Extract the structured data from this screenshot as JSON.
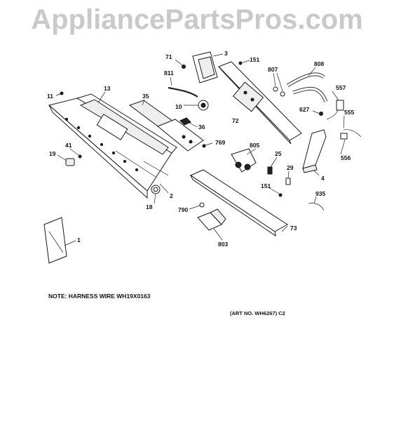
{
  "watermark": "AppliancePartsPros.com",
  "note": "NOTE: HARNESS WIRE WH19X0163",
  "art_no": "(ART NO. WH6267) C2",
  "labels": {
    "p71": "71",
    "p3": "3",
    "p151a": "151",
    "p807": "807",
    "p808": "808",
    "p811": "811",
    "p11": "11",
    "p13": "13",
    "p35": "35",
    "p10": "10",
    "p72": "72",
    "p557": "557",
    "p627": "627",
    "p555": "555",
    "p36": "36",
    "p41": "41",
    "p19": "19",
    "p769": "769",
    "p805": "805",
    "p25": "25",
    "p556": "556",
    "p29": "29",
    "p4": "4",
    "p151b": "151",
    "p935": "935",
    "p2": "2",
    "p18": "18",
    "p790": "790",
    "p73": "73",
    "p803": "803",
    "p1": "1"
  }
}
